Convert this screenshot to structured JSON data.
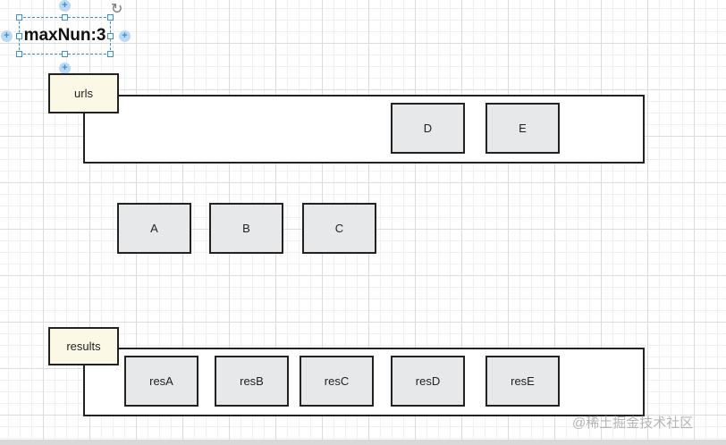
{
  "selected_label": {
    "text": "maxNun:3"
  },
  "urls": {
    "tag": "urls",
    "nodes": [
      "D",
      "E"
    ]
  },
  "pending": {
    "nodes": [
      "A",
      "B",
      "C"
    ]
  },
  "results": {
    "tag": "results",
    "nodes": [
      "resA",
      "resB",
      "resC",
      "resD",
      "resE"
    ]
  },
  "icons": {
    "rotate": "rotate-icon",
    "connection_point": "plus-circle-icon"
  },
  "colors": {
    "node_fill": "#e6e8ea",
    "tag_fill": "#fbf9e6",
    "selection": "#3a8fd6",
    "border": "#222222"
  },
  "watermark": "@稀土掘金技术社区"
}
